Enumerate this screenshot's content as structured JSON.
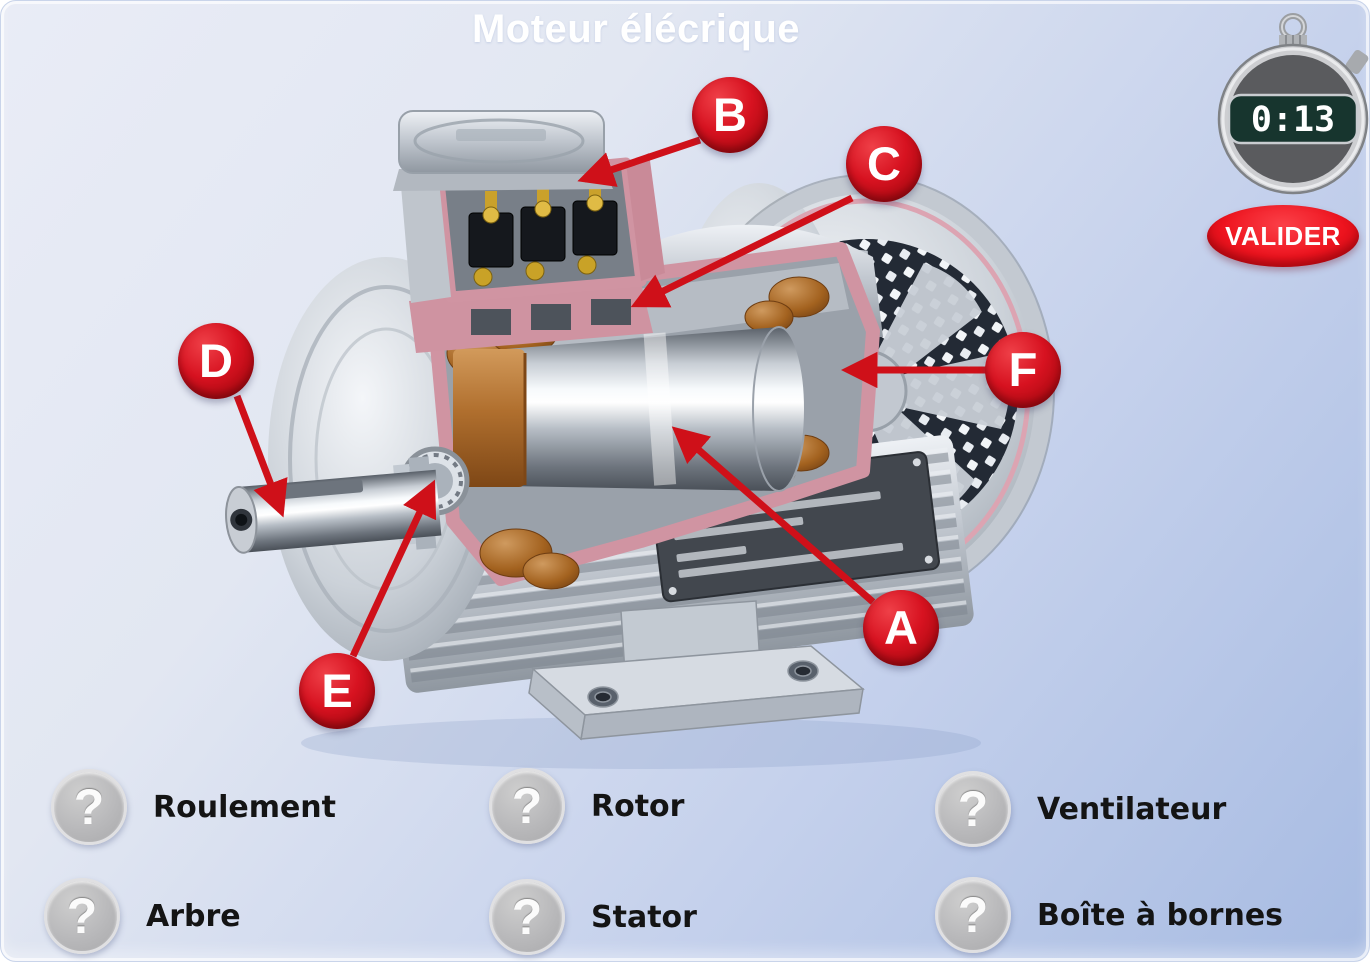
{
  "title": "Moteur élécrique",
  "timer": {
    "value": "0:13"
  },
  "actions": {
    "validate_label": "VALIDER"
  },
  "hotspots": [
    {
      "letter": "A"
    },
    {
      "letter": "B"
    },
    {
      "letter": "C"
    },
    {
      "letter": "D"
    },
    {
      "letter": "E"
    },
    {
      "letter": "F"
    }
  ],
  "terms": [
    {
      "label": "Roulement"
    },
    {
      "label": "Rotor"
    },
    {
      "label": "Ventilateur"
    },
    {
      "label": "Arbre"
    },
    {
      "label": "Stator"
    },
    {
      "label": "Boîte à bornes"
    }
  ],
  "ui": {
    "question_mark": "?"
  },
  "colors": {
    "accent_red": "#cf1019",
    "timer_display_bg": "#17352e",
    "background_top": "#e9ecf6",
    "background_bottom": "#a7bbe2"
  }
}
